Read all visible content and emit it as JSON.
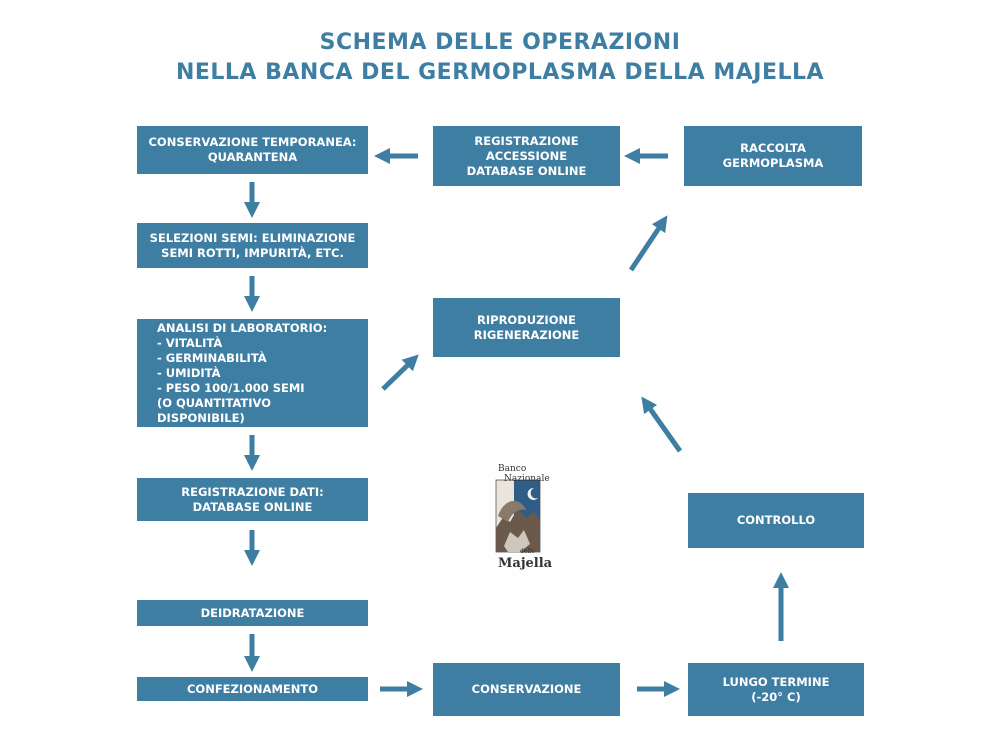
{
  "title": {
    "line1": "SCHEMA DELLE OPERAZIONI",
    "line2": "NELLA BANCA DEL GERMOPLASMA DELLA MAJELLA"
  },
  "boxes": {
    "conservazione_temporanea": "CONSERVAZIONE TEMPORANEA:\nQUARANTENA",
    "registrazione_accessione": "REGISTRAZIONE\nACCESSIONE\nDATABASE ONLINE",
    "raccolta": "RACCOLTA\nGERMOPLASMA",
    "selezioni_semi": "SELEZIONI SEMI: ELIMINAZIONE\nSEMI ROTTI, IMPURITÀ, ETC.",
    "riproduzione": "RIPRODUZIONE\nRIGENERAZIONE",
    "analisi": "ANALISI DI LABORATORIO:\n- VITALITÀ\n- GERMINABILITÀ\n- UMIDITÀ\n- PESO 100/1.000 SEMI\n(O QUANTITATIVO DISPONIBILE)",
    "registrazione_dati": "REGISTRAZIONE DATI:\nDATABASE ONLINE",
    "controllo": "CONTROLLO",
    "deidratazione": "DEIDRATAZIONE",
    "confezionamento": "CONFEZIONAMENTO",
    "conservazione": "CONSERVAZIONE",
    "lungo_termine": "LUNGO TERMINE\n(-20° C)"
  },
  "logo": {
    "banco": "Banco",
    "nazionale": "Nazionale",
    "delle": "delle",
    "majella": "Majella"
  },
  "colors": {
    "box": "#3f7ea3",
    "arrow": "#3f7ea3",
    "title": "#3f7ea3"
  }
}
